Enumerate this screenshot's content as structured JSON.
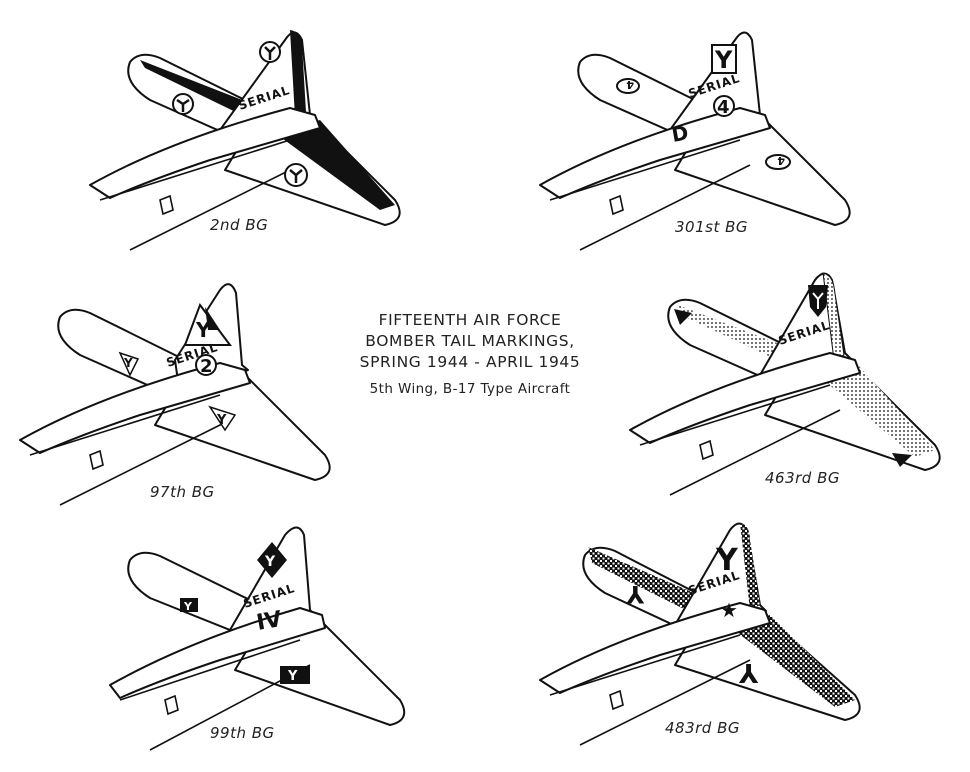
{
  "title": {
    "line1": "FIFTEENTH AIR FORCE",
    "line2": "BOMBER TAIL MARKINGS,",
    "line3": "SPRING 1944 - APRIL 1945",
    "subtitle": "5th Wing, B-17 Type Aircraft"
  },
  "panels": [
    {
      "id": "2nd",
      "label": "2nd BG",
      "serial": "SERIAL",
      "fin_letter": "Y"
    },
    {
      "id": "301st",
      "label": "301st BG",
      "serial": "SERIAL",
      "fin_letter": "Y",
      "fin_number": "4",
      "fuselage_letter": "D"
    },
    {
      "id": "97th",
      "label": "97th BG",
      "serial": "SERIAL",
      "fin_letter": "Y",
      "fin_number": "2"
    },
    {
      "id": "463rd",
      "label": "463rd BG",
      "serial": "SERIAL"
    },
    {
      "id": "99th",
      "label": "99th BG",
      "serial": "SERIAL",
      "fin_letter": "Y",
      "fin_number": "IV"
    },
    {
      "id": "483rd",
      "label": "483rd BG",
      "serial": "SERIAL",
      "fin_letter": "Y",
      "wing_letter": "Y"
    }
  ],
  "colors": {
    "ink": "#111111",
    "paper": "#ffffff"
  }
}
